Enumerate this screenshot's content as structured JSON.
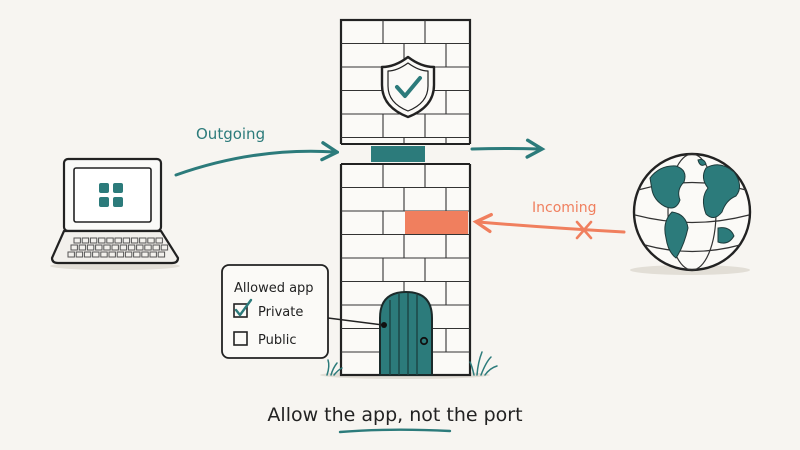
{
  "diagram": {
    "caption": "Allow the app, not the port",
    "outgoing_label": "Outgoing",
    "incoming_label": "Incoming",
    "panel": {
      "title": "Allowed app",
      "options": [
        {
          "label": "Private",
          "checked": true
        },
        {
          "label": "Public",
          "checked": false
        }
      ]
    },
    "icons": {
      "computer": "laptop-icon",
      "shield": "shield-check-icon",
      "internet": "globe-icon",
      "blocked": "x-mark-icon",
      "door": "door-icon"
    },
    "colors": {
      "teal": "#2c7b7b",
      "coral": "#f07f5e",
      "ink": "#222222",
      "paper": "#f7f5f1"
    }
  }
}
